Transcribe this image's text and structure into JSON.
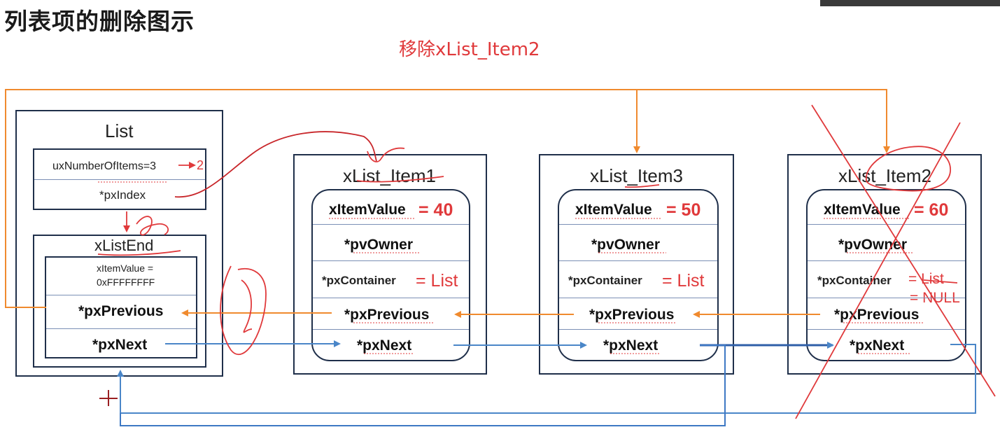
{
  "title": "列表项的删除图示",
  "subtitle": "移除xList_Item2",
  "list": {
    "header": "List",
    "count_label": "uxNumberOfItems=3",
    "count_new": "2",
    "index_label": "*pxIndex",
    "end": {
      "header": "xListEnd",
      "item_value_line1": "xItemValue =",
      "item_value_line2": "0xFFFFFFFF",
      "previous": "*pxPrevious",
      "next": "*pxNext"
    }
  },
  "items": [
    {
      "header": "xList_Item1",
      "value_label": "xItemValue",
      "value": "= 40",
      "owner": "*pvOwner",
      "container_label": "*pxContainer",
      "container": "= List",
      "previous": "*pxPrevious",
      "next": "*pxNext"
    },
    {
      "header": "xList_Item3",
      "value_label": "xItemValue",
      "value": "= 50",
      "owner": "*pvOwner",
      "container_label": "*pxContainer",
      "container": "= List",
      "previous": "*pxPrevious",
      "next": "*pxNext"
    },
    {
      "header": "xList_Item2",
      "value_label": "xItemValue",
      "value": "= 60",
      "owner": "*pvOwner",
      "container_label": "*pxContainer",
      "container": "= List",
      "container_new": "= NULL",
      "previous": "*pxPrevious",
      "next": "*pxNext"
    }
  ],
  "colors": {
    "orange": "#f08a2e",
    "blue": "#4a86c8",
    "red_annotation": "#e0393b",
    "box_border": "#1f2f4a"
  }
}
